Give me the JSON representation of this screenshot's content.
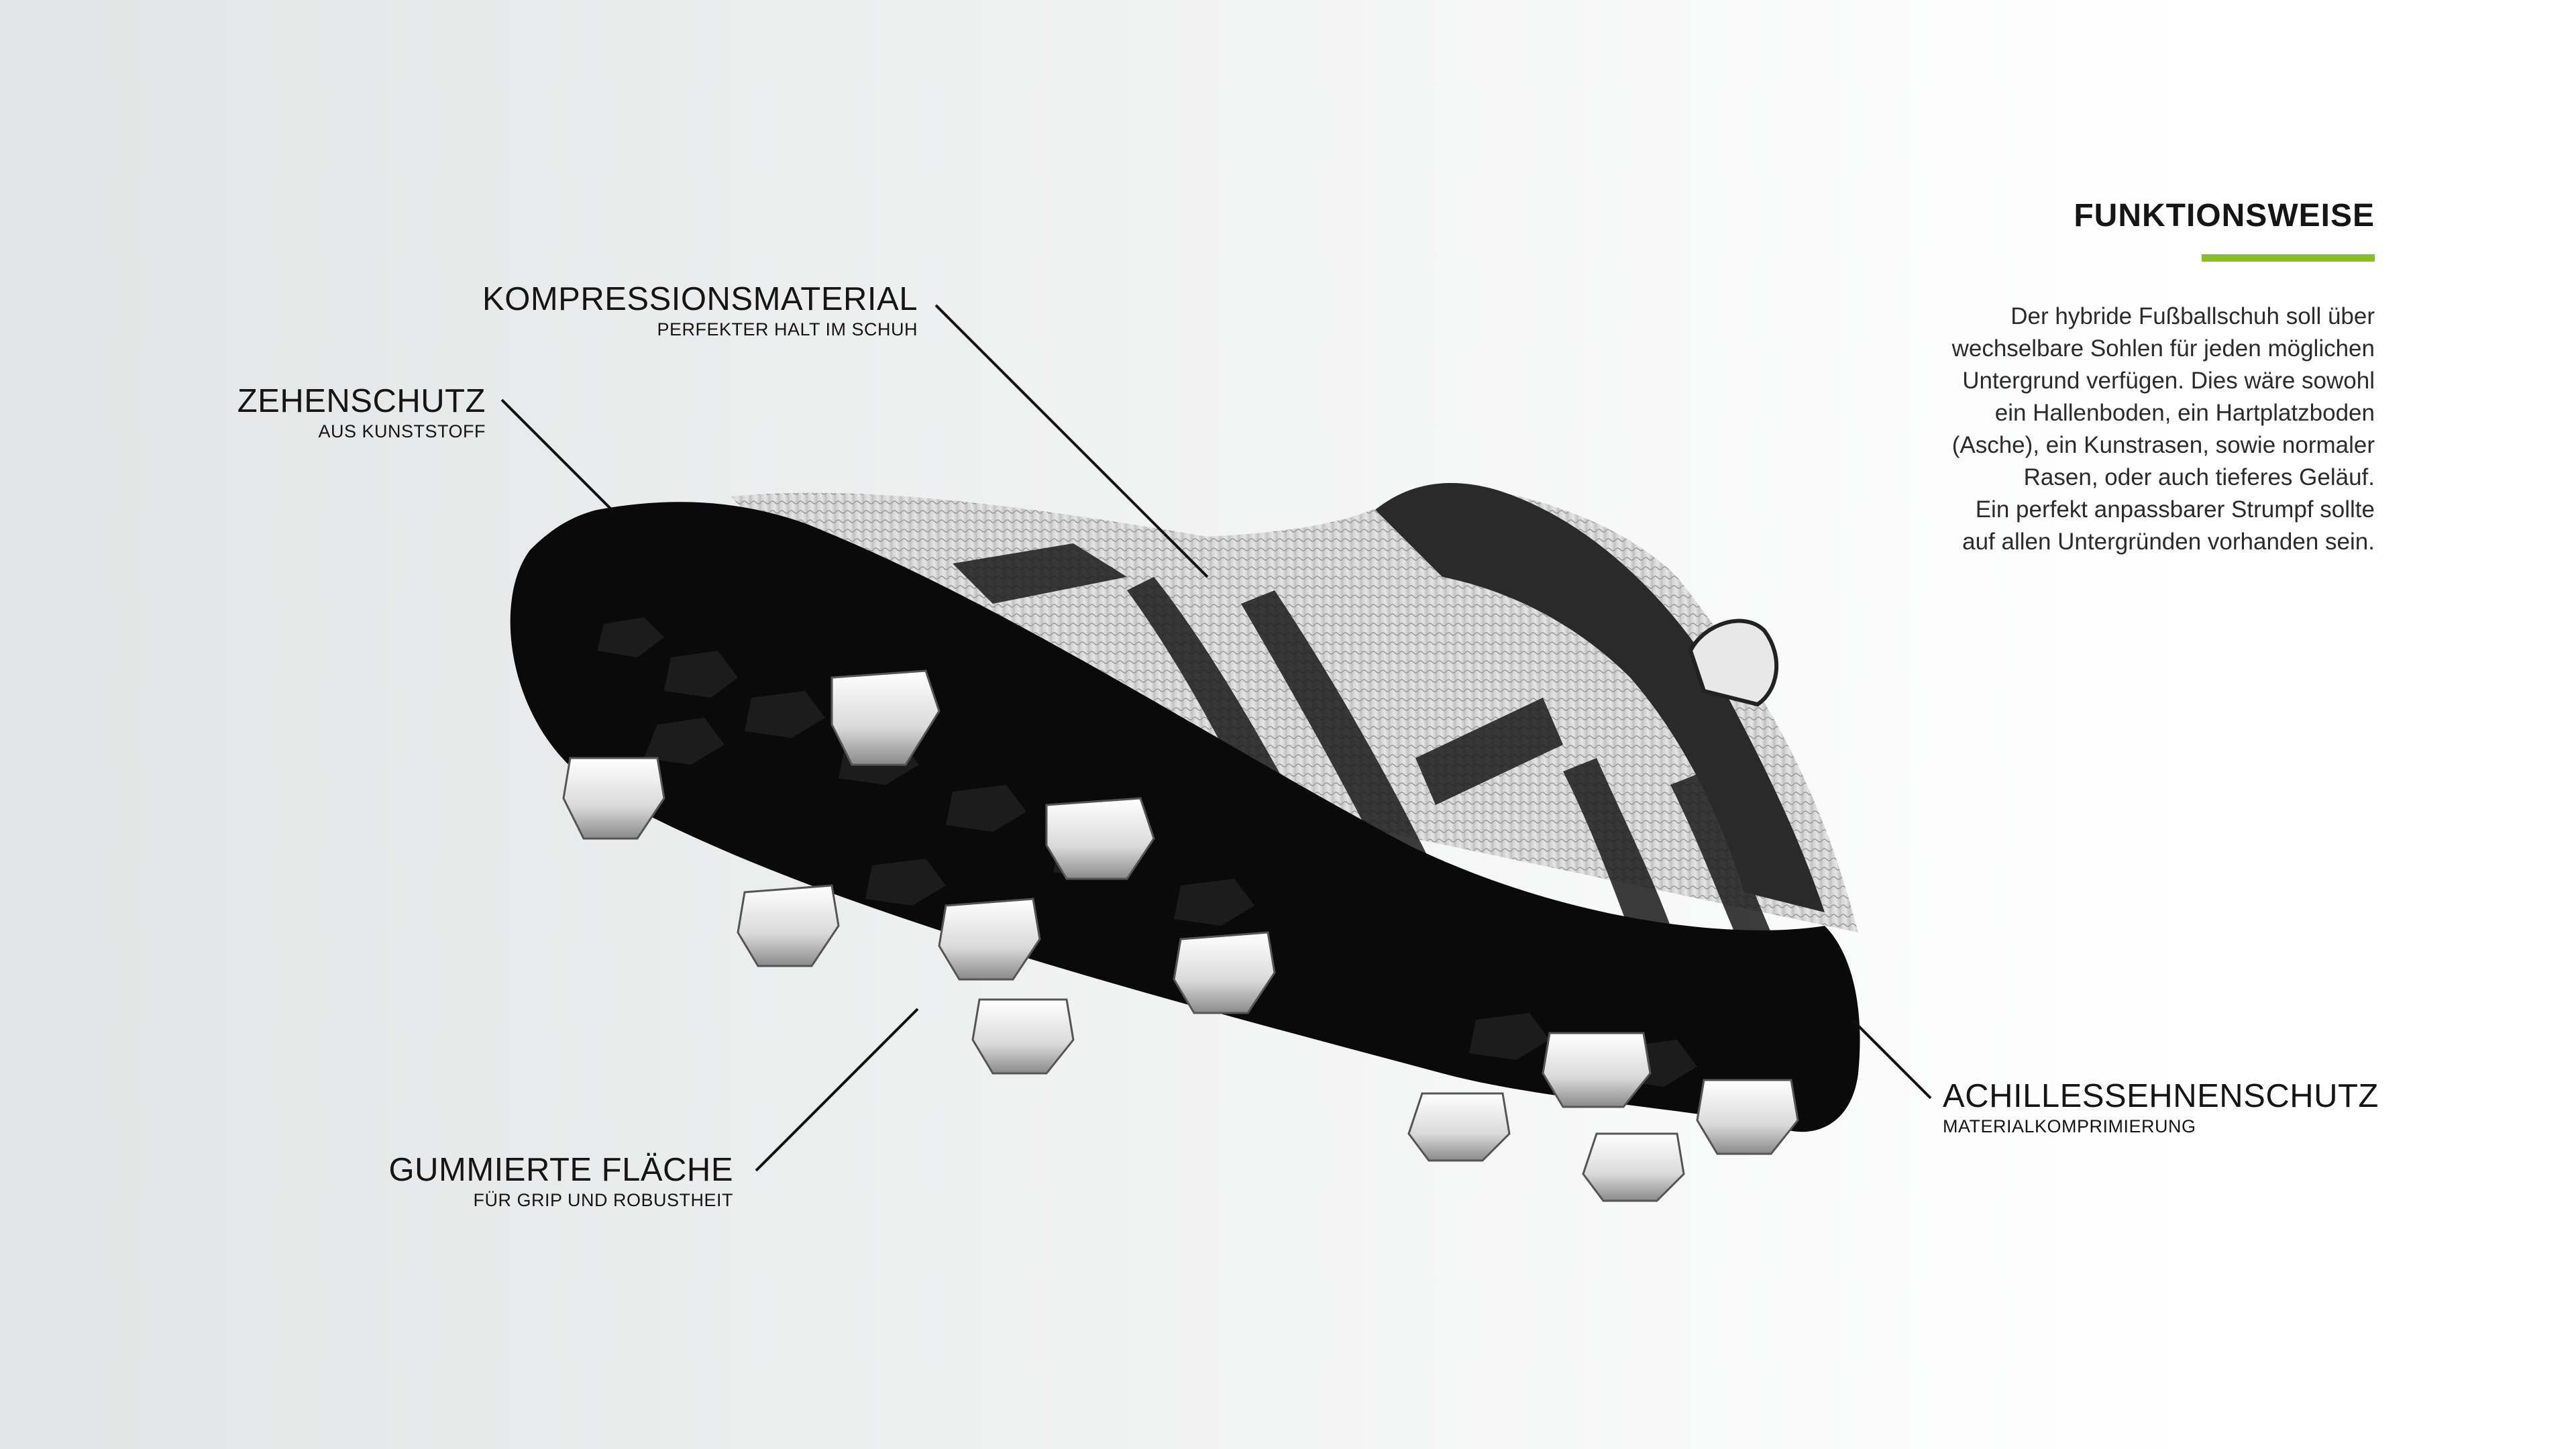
{
  "callouts": {
    "kompression": {
      "title": "KOMPRESSIONSMATERIAL",
      "subtitle": "PERFEKTER HALT IM SCHUH"
    },
    "zehenschutz": {
      "title": "ZEHENSCHUTZ",
      "subtitle": "AUS KUNSTSTOFF"
    },
    "gummiert": {
      "title": "GUMMIERTE FLÄCHE",
      "subtitle": "FÜR GRIP UND ROBUSTHEIT"
    },
    "achilles": {
      "title": "ACHILLESSEHNENSCHUTZ",
      "subtitle": "MATERIALKOMPRIMIERUNG"
    }
  },
  "side_panel": {
    "heading": "FUNKTIONSWEISE",
    "accent_color": "#8cbf26",
    "lines": [
      "Der hybride Fußballschuh soll über",
      "wechselbare Sohlen für jeden möglichen",
      "Untergrund verfügen. Dies wäre sowohl",
      "ein Hallenboden, ein Hartplatzboden",
      "(Asche), ein Kunstrasen, sowie normaler",
      "Rasen, oder auch tieferes Geläuf.",
      "Ein perfekt anpassbarer Strumpf sollte",
      "auf allen Untergründen vorhanden sein."
    ]
  }
}
